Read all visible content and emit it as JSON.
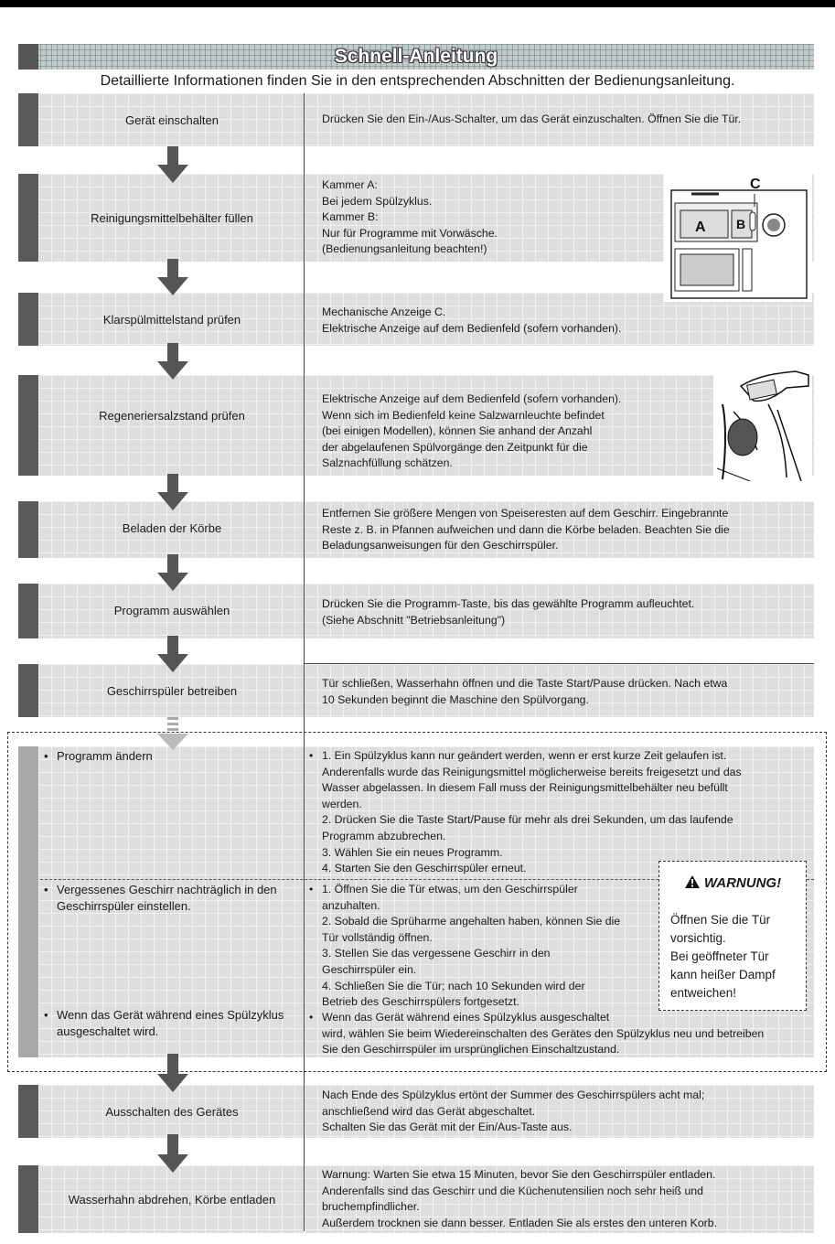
{
  "title": "Schnell-Anleitung",
  "subtitle": "Detaillierte Informationen finden Sie in den entsprechenden Abschnitten der Bedienungsanleitung.",
  "steps": [
    {
      "label": "Gerät einschalten",
      "lines": [
        "Drücken Sie den Ein-/Aus-Schalter, um das Gerät einzuschalten. Öffnen Sie die Tür."
      ]
    },
    {
      "label": "Reinigungsmittelbehälter füllen",
      "lines": [
        "Kammer A:",
        "Bei jedem Spülzyklus.",
        "Kammer B:",
        "Nur für Programme mit Vorwäsche.",
        "(Bedienungsanleitung beachten!)"
      ]
    },
    {
      "label": "Klarspülmittelstand prüfen",
      "lines": [
        "Mechanische Anzeige C.",
        "Elektrische Anzeige auf dem Bedienfeld (sofern vorhanden)."
      ]
    },
    {
      "label": "Regeneriersalzstand prüfen",
      "lines": [
        "Elektrische Anzeige auf dem Bedienfeld (sofern vorhanden).",
        "Wenn sich im Bedienfeld keine Salzwarnleuchte befindet",
        "(bei einigen Modellen), können Sie anhand der Anzahl",
        "der abgelaufenen Spülvorgänge den Zeitpunkt für die",
        "Salznachfüllung schätzen."
      ]
    },
    {
      "label": "Beladen der Körbe",
      "lines": [
        "Entfernen Sie größere Mengen von Speiseresten auf dem Geschirr. Eingebrannte",
        "Reste z. B. in Pfannen aufweichen und dann die Körbe beladen. Beachten Sie die",
        "Beladungsanweisungen für den Geschirrspüler."
      ]
    },
    {
      "label": "Programm auswählen",
      "lines": [
        "Drücken Sie die Programm-Taste, bis das gewählte Programm aufleuchtet.",
        "(Siehe Abschnitt \"Betriebsanleitung\")"
      ]
    },
    {
      "label": "Geschirrspüler betreiben",
      "lines": [
        "Tür schließen, Wasserhahn öffnen und die Taste Start/Pause drücken. Nach etwa",
        "10 Sekunden beginnt die Maschine den Spülvorgang."
      ]
    }
  ],
  "options": [
    {
      "label": [
        "Programm ändern"
      ],
      "lines": [
        "1. Ein Spülzyklus kann nur geändert werden, wenn er erst kurze Zeit gelaufen ist.",
        "Anderenfalls wurde das Reinigungsmittel möglicherweise bereits freigesetzt und das",
        "Wasser abgelassen. In diesem Fall muss der Reinigungsmittelbehälter neu befüllt",
        "werden.",
        "2. Drücken Sie die Taste Start/Pause für mehr als drei Sekunden, um das laufende",
        "Programm abzubrechen.",
        "3. Wählen Sie ein neues Programm.",
        "4. Starten Sie den Geschirrspüler erneut."
      ]
    },
    {
      "label": [
        "Vergessenes Geschirr nachträglich in den",
        "Geschirrspüler einstellen."
      ],
      "lines": [
        "1. Öffnen Sie die Tür etwas, um den Geschirrspüler",
        "anzuhalten.",
        "2. Sobald die Sprüharme angehalten haben, können Sie die",
        "Tür vollständig öffnen.",
        "3. Stellen Sie das vergessene Geschirr in den",
        "Geschirrspüler ein.",
        "4. Schließen Sie die Tür; nach 10 Sekunden wird der",
        "Betrieb des Geschirrspülers fortgesetzt."
      ]
    },
    {
      "label": [
        "Wenn das Gerät während eines Spülzyklus",
        "ausgeschaltet wird."
      ],
      "lines": [
        "Wenn das Gerät während eines Spülzyklus ausgeschaltet",
        "wird, wählen Sie beim Wiedereinschalten des Gerätes den Spülzyklus neu und betreiben",
        "Sie den Geschirrspüler im ursprünglichen Einschaltzustand."
      ]
    }
  ],
  "warning": {
    "title": "WARNUNG!",
    "lines": [
      "Öffnen Sie die Tür",
      "vorsichtig.",
      "Bei geöffneter Tür",
      "kann heißer Dampf",
      "entweichen!"
    ]
  },
  "final_steps": [
    {
      "label": "Ausschalten des Gerätes",
      "lines": [
        "Nach Ende des Spülzyklus ertönt der Summer des Geschirrspülers acht mal;",
        "anschließend wird das Gerät abgeschaltet.",
        "Schalten Sie das Gerät mit der Ein/Aus-Taste aus."
      ]
    },
    {
      "label": "Wasserhahn abdrehen, Körbe entladen",
      "lines": [
        "Warnung: Warten Sie etwa 15 Minuten, bevor Sie den Geschirrspüler entladen.",
        "Anderenfalls sind das Geschirr und die Küchenutensilien noch sehr heiß und",
        "bruchempfindlicher.",
        "Außerdem trocknen sie dann besser. Entladen Sie als erstes den unteren Korb."
      ]
    }
  ],
  "dispenser_labels": {
    "a": "A",
    "b": "B",
    "c": "C"
  },
  "bullet": "•"
}
